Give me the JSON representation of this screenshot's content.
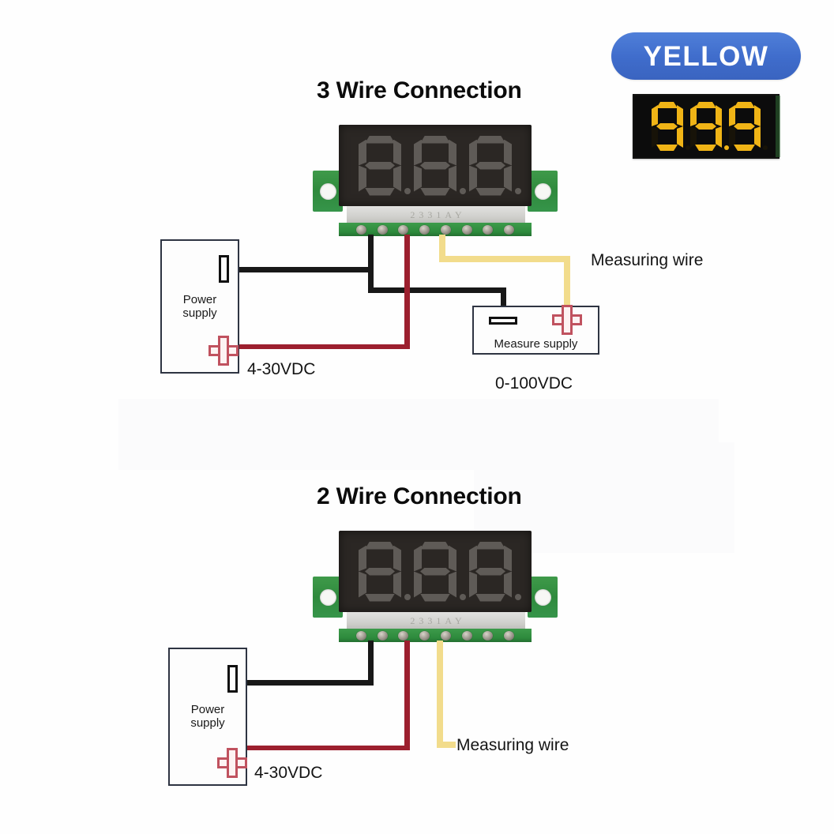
{
  "badge": {
    "label": "YELLOW",
    "bg_color": "#3f6ccb",
    "text_color": "#ffffff"
  },
  "display_swatch": {
    "name": "lit-seven-segment-display",
    "value": "99.9",
    "digits": [
      "9",
      "9",
      "9"
    ],
    "decimal_after_digit": 2,
    "segment_color": "#f0b416",
    "background_color": "#0c0c0c"
  },
  "sections": [
    {
      "id": "three-wire",
      "heading": "3 Wire Connection",
      "module": {
        "code": "2331AY",
        "display_value": "8.8.8.",
        "face_color": "#2b2724",
        "segment_color": "#5f5b57",
        "pcb_color": "#2d8a3c",
        "pad_count": 8
      },
      "power_supply": {
        "label_line1": "Power",
        "label_line2": "supply",
        "voltage_label": "4-30VDC"
      },
      "measure_supply": {
        "label": "Measure supply",
        "voltage_label": "0-100VDC"
      },
      "measuring_wire_label": "Measuring wire",
      "wires": [
        {
          "name": "ground-wire",
          "color": "#181818"
        },
        {
          "name": "positive-wire",
          "color": "#9c1f2e"
        },
        {
          "name": "measuring-wire",
          "color": "#efd46a"
        }
      ]
    },
    {
      "id": "two-wire",
      "heading": "2 Wire Connection",
      "module": {
        "code": "2331AY",
        "display_value": "8.8.8.",
        "face_color": "#2b2724",
        "segment_color": "#5f5b57",
        "pcb_color": "#2d8a3c",
        "pad_count": 8
      },
      "power_supply": {
        "label_line1": "Power",
        "label_line2": "supply",
        "voltage_label": "4-30VDC"
      },
      "measuring_wire_label": "Measuring wire",
      "wires": [
        {
          "name": "ground-wire",
          "color": "#181818"
        },
        {
          "name": "positive-wire",
          "color": "#9c1f2e"
        },
        {
          "name": "measuring-wire",
          "color": "#efd46a"
        }
      ]
    }
  ]
}
